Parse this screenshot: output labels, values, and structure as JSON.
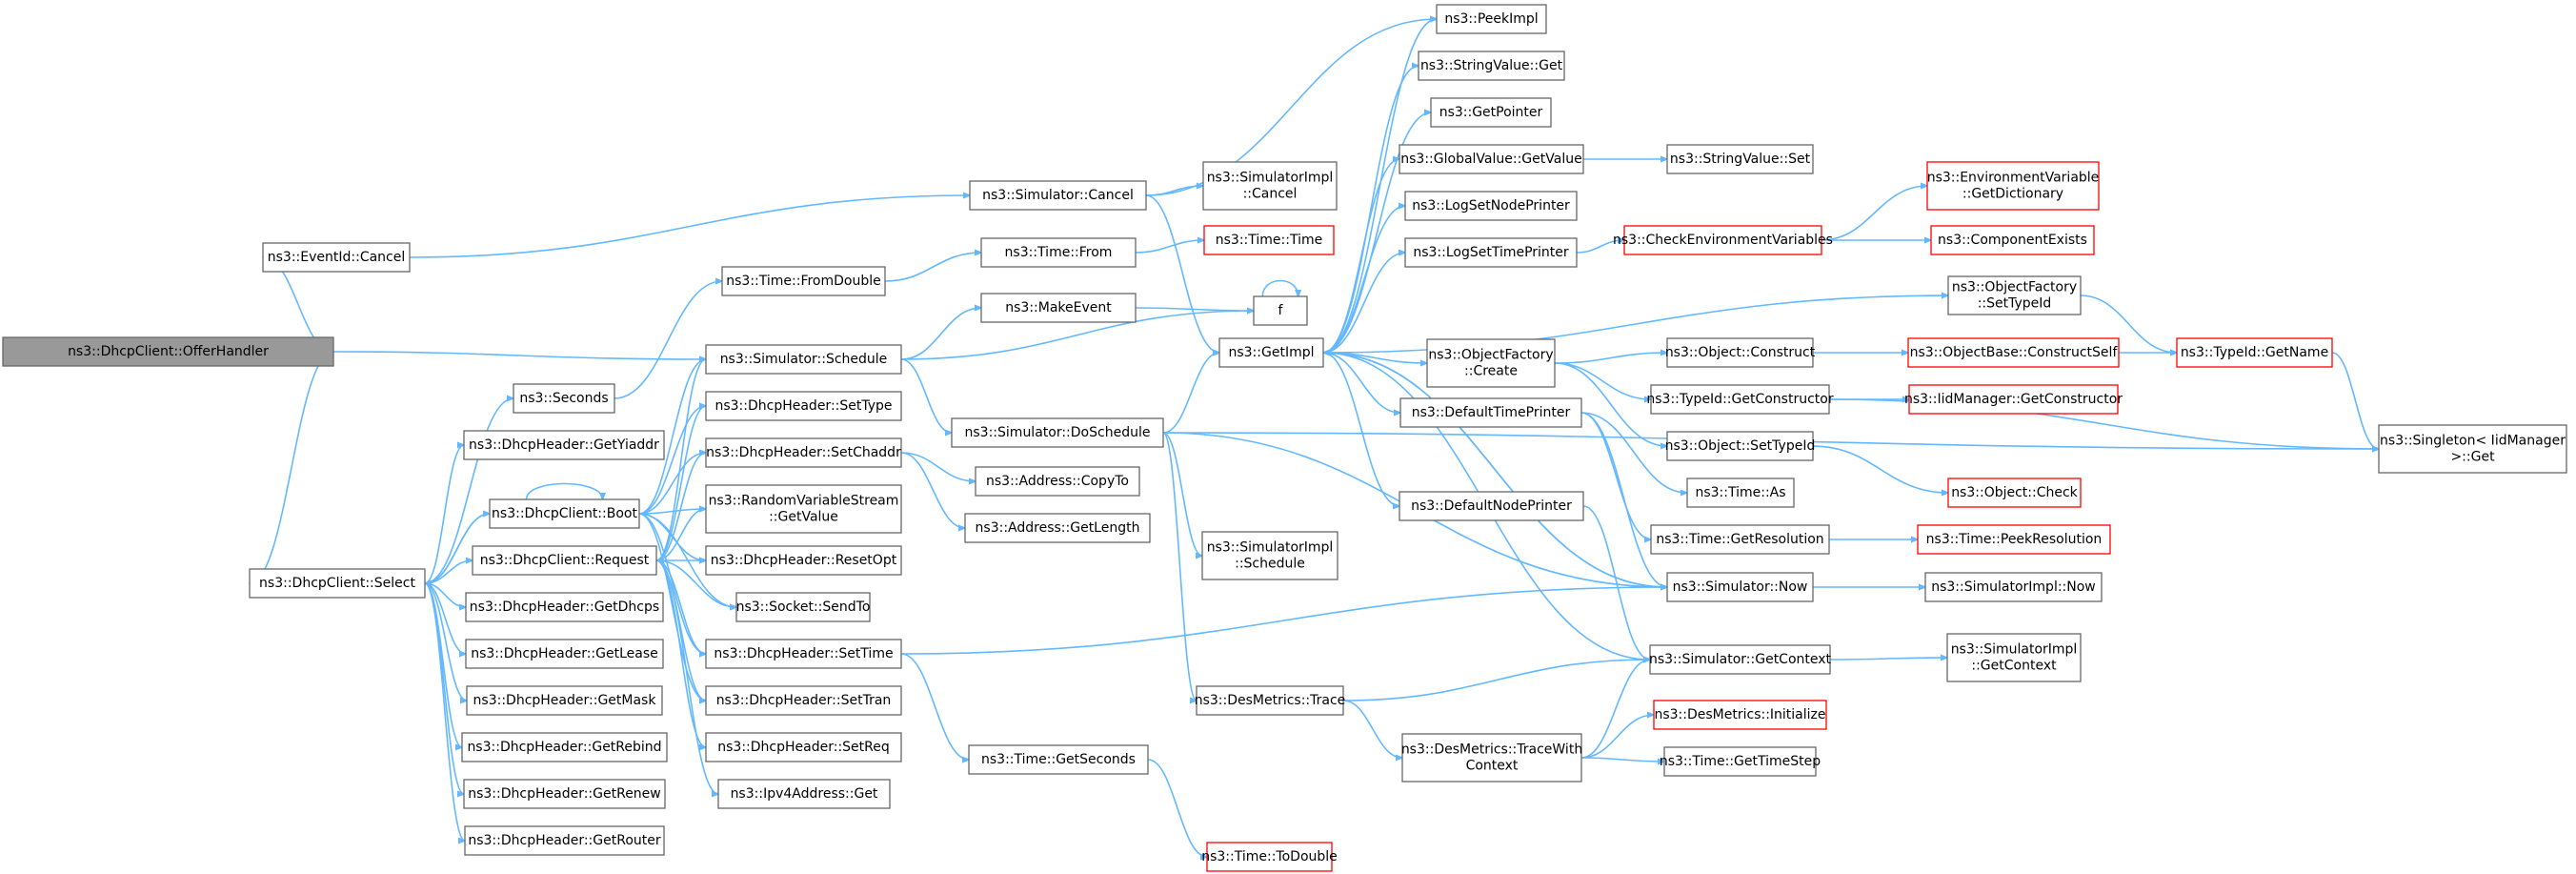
{
  "nodes": [
    {
      "id": "offer",
      "lines": [
        "ns3::DhcpClient::OfferHandler"
      ],
      "root": true
    },
    {
      "id": "eventcancel",
      "lines": [
        "ns3::EventId::Cancel"
      ]
    },
    {
      "id": "select",
      "lines": [
        "ns3::DhcpClient::Select"
      ]
    },
    {
      "id": "simcancel",
      "lines": [
        "ns3::Simulator::Cancel"
      ]
    },
    {
      "id": "simimplcancel",
      "lines": [
        "ns3::SimulatorImpl",
        "::Cancel"
      ]
    },
    {
      "id": "peekimpl",
      "lines": [
        "ns3::PeekImpl"
      ]
    },
    {
      "id": "strget",
      "lines": [
        "ns3::StringValue::Get"
      ]
    },
    {
      "id": "getpointer",
      "lines": [
        "ns3::GetPointer"
      ]
    },
    {
      "id": "gvget",
      "lines": [
        "ns3::GlobalValue::GetValue"
      ]
    },
    {
      "id": "strset",
      "lines": [
        "ns3::StringValue::Set"
      ]
    },
    {
      "id": "envdict",
      "lines": [
        "ns3::EnvironmentVariable",
        "::GetDictionary"
      ],
      "red": true
    },
    {
      "id": "lognode",
      "lines": [
        "ns3::LogSetNodePrinter"
      ]
    },
    {
      "id": "logtime",
      "lines": [
        "ns3::LogSetTimePrinter"
      ]
    },
    {
      "id": "checkenv",
      "lines": [
        "ns3::CheckEnvironmentVariables"
      ],
      "red": true
    },
    {
      "id": "compexists",
      "lines": [
        "ns3::ComponentExists"
      ],
      "red": true
    },
    {
      "id": "timefrom",
      "lines": [
        "ns3::Time::From"
      ]
    },
    {
      "id": "timetime",
      "lines": [
        "ns3::Time::Time"
      ],
      "red": true
    },
    {
      "id": "fromdouble",
      "lines": [
        "ns3::Time::FromDouble"
      ]
    },
    {
      "id": "makeevent",
      "lines": [
        "ns3::MakeEvent"
      ]
    },
    {
      "id": "f",
      "lines": [
        "f"
      ]
    },
    {
      "id": "ofsettype",
      "lines": [
        "ns3::ObjectFactory",
        "::SetTypeId"
      ]
    },
    {
      "id": "schedule",
      "lines": [
        "ns3::Simulator::Schedule"
      ]
    },
    {
      "id": "getimpl",
      "lines": [
        "ns3::GetImpl"
      ]
    },
    {
      "id": "ofcreate",
      "lines": [
        "ns3::ObjectFactory",
        "::Create"
      ]
    },
    {
      "id": "objconstruct",
      "lines": [
        "ns3::Object::Construct"
      ]
    },
    {
      "id": "obconstructself",
      "lines": [
        "ns3::ObjectBase::ConstructSelf"
      ],
      "red": true
    },
    {
      "id": "typegetname",
      "lines": [
        "ns3::TypeId::GetName"
      ],
      "red": true
    },
    {
      "id": "seconds",
      "lines": [
        "ns3::Seconds"
      ]
    },
    {
      "id": "settype",
      "lines": [
        "ns3::DhcpHeader::SetType"
      ]
    },
    {
      "id": "tidgetctor",
      "lines": [
        "ns3::TypeId::GetConstructor"
      ]
    },
    {
      "id": "iidgetctor",
      "lines": [
        "ns3::IidManager::GetConstructor"
      ],
      "red": true
    },
    {
      "id": "singleton",
      "lines": [
        "ns3::Singleton< IidManager",
        ">::Get"
      ]
    },
    {
      "id": "doschedule",
      "lines": [
        "ns3::Simulator::DoSchedule"
      ]
    },
    {
      "id": "deftimeprinter",
      "lines": [
        "ns3::DefaultTimePrinter"
      ]
    },
    {
      "id": "getyiaddr",
      "lines": [
        "ns3::DhcpHeader::GetYiaddr"
      ]
    },
    {
      "id": "setchaddr",
      "lines": [
        "ns3::DhcpHeader::SetChaddr"
      ]
    },
    {
      "id": "objsettype",
      "lines": [
        "ns3::Object::SetTypeId"
      ]
    },
    {
      "id": "addrcopyto",
      "lines": [
        "ns3::Address::CopyTo"
      ]
    },
    {
      "id": "timeas",
      "lines": [
        "ns3::Time::As"
      ]
    },
    {
      "id": "objcheck",
      "lines": [
        "ns3::Object::Check"
      ],
      "red": true
    },
    {
      "id": "boot",
      "lines": [
        "ns3::DhcpClient::Boot"
      ]
    },
    {
      "id": "rvsgetvalue",
      "lines": [
        "ns3::RandomVariableStream",
        "::GetValue"
      ]
    },
    {
      "id": "defnodeprinter",
      "lines": [
        "ns3::DefaultNodePrinter"
      ]
    },
    {
      "id": "addrgetlen",
      "lines": [
        "ns3::Address::GetLength"
      ]
    },
    {
      "id": "getres",
      "lines": [
        "ns3::Time::GetResolution"
      ]
    },
    {
      "id": "peekres",
      "lines": [
        "ns3::Time::PeekResolution"
      ],
      "red": true
    },
    {
      "id": "request",
      "lines": [
        "ns3::DhcpClient::Request"
      ]
    },
    {
      "id": "resetopt",
      "lines": [
        "ns3::DhcpHeader::ResetOpt"
      ]
    },
    {
      "id": "simimplschedule",
      "lines": [
        "ns3::SimulatorImpl",
        "::Schedule"
      ]
    },
    {
      "id": "simnow",
      "lines": [
        "ns3::Simulator::Now"
      ]
    },
    {
      "id": "simimplnow",
      "lines": [
        "ns3::SimulatorImpl::Now"
      ]
    },
    {
      "id": "getdhcps",
      "lines": [
        "ns3::DhcpHeader::GetDhcps"
      ]
    },
    {
      "id": "sendto",
      "lines": [
        "ns3::Socket::SendTo"
      ]
    },
    {
      "id": "settime",
      "lines": [
        "ns3::DhcpHeader::SetTime"
      ]
    },
    {
      "id": "getlease",
      "lines": [
        "ns3::DhcpHeader::GetLease"
      ]
    },
    {
      "id": "simgetctx",
      "lines": [
        "ns3::Simulator::GetContext"
      ]
    },
    {
      "id": "simimplgetctx",
      "lines": [
        "ns3::SimulatorImpl",
        "::GetContext"
      ]
    },
    {
      "id": "getmask",
      "lines": [
        "ns3::DhcpHeader::GetMask"
      ]
    },
    {
      "id": "settran",
      "lines": [
        "ns3::DhcpHeader::SetTran"
      ]
    },
    {
      "id": "destrace",
      "lines": [
        "ns3::DesMetrics::Trace"
      ]
    },
    {
      "id": "desinit",
      "lines": [
        "ns3::DesMetrics::Initialize"
      ],
      "red": true
    },
    {
      "id": "getrebind",
      "lines": [
        "ns3::DhcpHeader::GetRebind"
      ]
    },
    {
      "id": "setreq",
      "lines": [
        "ns3::DhcpHeader::SetReq"
      ]
    },
    {
      "id": "destracectx",
      "lines": [
        "ns3::DesMetrics::TraceWith",
        "Context"
      ]
    },
    {
      "id": "timestep",
      "lines": [
        "ns3::Time::GetTimeStep"
      ]
    },
    {
      "id": "getseconds",
      "lines": [
        "ns3::Time::GetSeconds"
      ]
    },
    {
      "id": "getrenew",
      "lines": [
        "ns3::DhcpHeader::GetRenew"
      ]
    },
    {
      "id": "ipv4get",
      "lines": [
        "ns3::Ipv4Address::Get"
      ]
    },
    {
      "id": "getrouter",
      "lines": [
        "ns3::DhcpHeader::GetRouter"
      ]
    },
    {
      "id": "todouble",
      "lines": [
        "ns3::Time::ToDouble"
      ],
      "red": true
    }
  ]
}
